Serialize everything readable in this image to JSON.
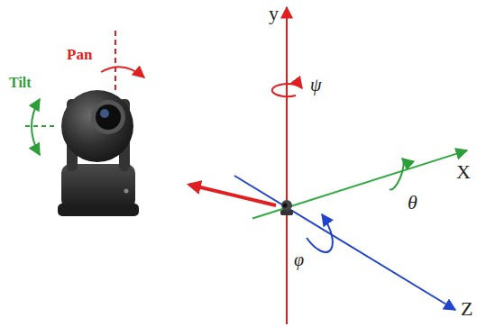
{
  "diagram": {
    "labels": [
      "Pan",
      "Tilt",
      "y",
      "ψ",
      "X",
      "θ",
      "φ",
      "Z"
    ]
  }
}
